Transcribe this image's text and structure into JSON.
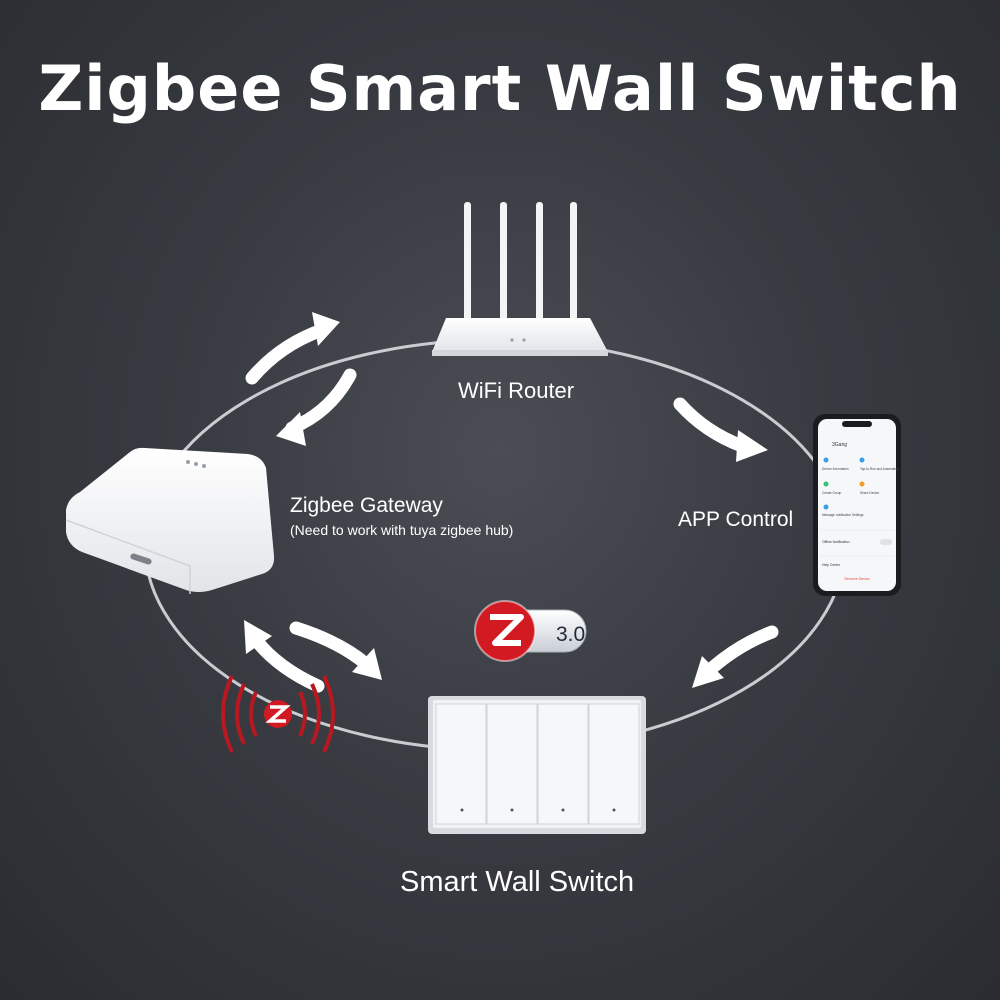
{
  "title": "Zigbee Smart Wall Switch",
  "devices": {
    "router": "WiFi Router",
    "gateway": "Zigbee Gateway",
    "gateway_note": "(Need to work with tuya zigbee hub)",
    "app": "APP Control",
    "switch": "Smart Wall Switch"
  },
  "zigbee_badge": {
    "version": "3.0"
  },
  "phone_screen": {
    "header": "3Gang",
    "items": [
      "Device Information",
      "Tap-to-Run and Automation",
      "Create Group",
      "Share Device",
      "Message notification Settings"
    ],
    "offline": "Offline Notification",
    "help": "Help Center",
    "remove": "Remove Device"
  },
  "colors": {
    "accent_red": "#d21a22",
    "ring": "#c9ccd1",
    "background": "#383b41"
  }
}
